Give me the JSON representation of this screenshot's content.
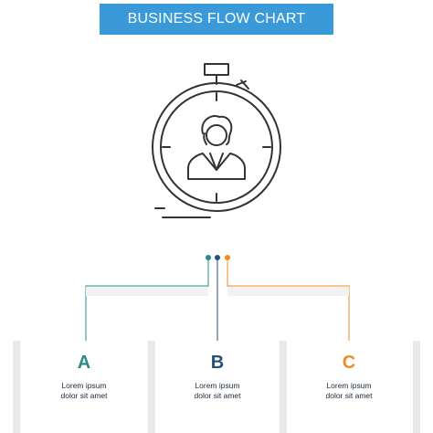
{
  "title": "BUSINESS FLOW CHART",
  "colors": {
    "banner": "#3a9ad9",
    "line_a": "#2a8c88",
    "line_b": "#2a4f7a",
    "line_c": "#f08a24",
    "icon_stroke": "#333333"
  },
  "icon": "stopwatch-with-person-icon",
  "steps": [
    {
      "letter": "A",
      "line1": "Lorem ipsum",
      "line2": "dolor sit amet",
      "color": "#2a8c88"
    },
    {
      "letter": "B",
      "line1": "Lorem ipsum",
      "line2": "dolor sit amet",
      "color": "#2a4f7a"
    },
    {
      "letter": "C",
      "line1": "Lorem ipsum",
      "line2": "dolor sit amet",
      "color": "#f08a24"
    }
  ]
}
